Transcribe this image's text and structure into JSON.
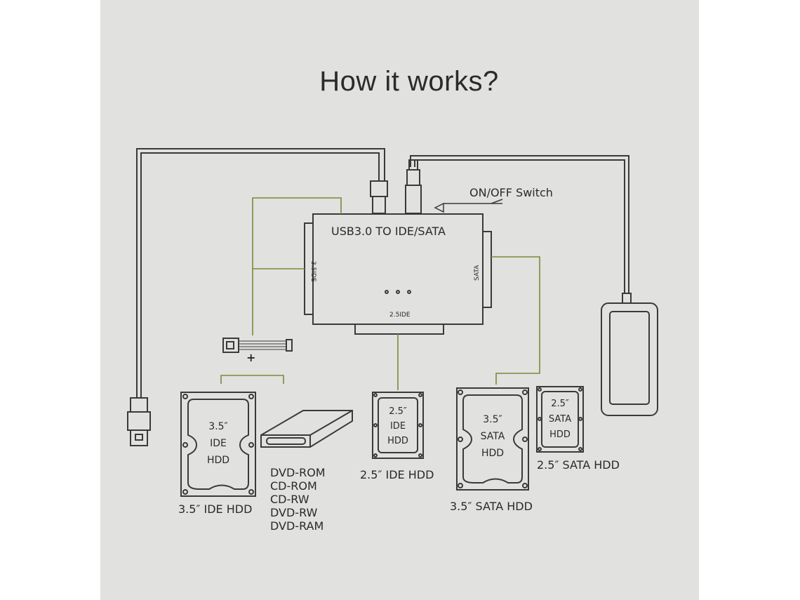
{
  "title": "How it works?",
  "adapter": {
    "label": "USB3.0 TO IDE/SATA",
    "port_left": "3.5IDE",
    "port_right": "SATA",
    "port_bottom": "2.5IDE"
  },
  "switch_label": "ON/OFF Switch",
  "plus": "+",
  "drives": {
    "ide35": {
      "inner": [
        "3.5″",
        "IDE",
        "HDD"
      ],
      "caption": "3.5″ IDE HDD"
    },
    "ide25": {
      "inner": [
        "2.5″",
        "IDE",
        "HDD"
      ],
      "caption": "2.5″ IDE HDD"
    },
    "sata35": {
      "inner": [
        "3.5″",
        "SATA",
        "HDD"
      ],
      "caption": "3.5″ SATA HDD"
    },
    "sata25": {
      "inner": [
        "2.5″",
        "SATA",
        "HDD"
      ],
      "caption": "2.5″ SATA HDD"
    }
  },
  "optical": [
    "DVD-ROM",
    "CD-ROM",
    "CD-RW",
    "DVD-RW",
    "DVD-RAM"
  ],
  "colors": {
    "connector_line": "#7a8a3a",
    "outline": "#3a3a3a",
    "background": "#e1e1df"
  },
  "icons": [
    "usb-a-plug-icon",
    "power-adapter-icon",
    "hdd-icon",
    "optical-drive-icon",
    "molex-cable-icon"
  ]
}
